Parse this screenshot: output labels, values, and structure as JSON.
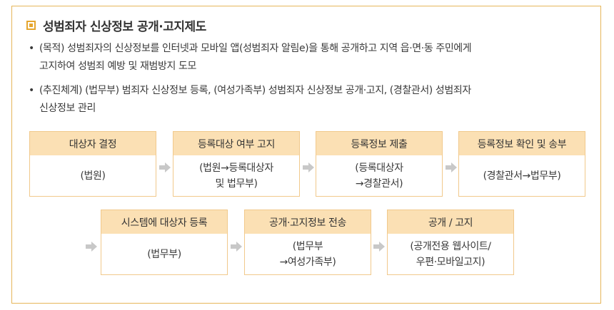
{
  "title": "성범죄자 신상정보 공개·고지제도",
  "bullets": [
    {
      "dot": "•",
      "line1": "(목적) 성범죄자의 신상정보를 인터넷과 모바일 앱(성범죄자 알림e)을 통해 공개하고 지역 읍·면·동 주민에게",
      "line2": "고지하여 성범죄 예방 및 재범방지 도모"
    },
    {
      "dot": "•",
      "line1": "(추진체계) (법무부) 범죄자 신상정보 등록, (여성가족부) 성범죄자 신상정보 공개·고지, (경찰관서) 성범죄자",
      "line2": "신상정보 관리"
    }
  ],
  "flow_row1": [
    {
      "header": "대상자 결정",
      "body1": "(법원)",
      "body2": ""
    },
    {
      "header": "등록대상 여부 고지",
      "body1": "(법원→등록대상자",
      "body2": "및 법무부)"
    },
    {
      "header": "등록정보 제출",
      "body1": "(등록대상자",
      "body2": "→경찰관서)"
    },
    {
      "header": "등록정보 확인 및 송부",
      "body1": "(경찰관서→법무부)",
      "body2": ""
    }
  ],
  "flow_row2": [
    {
      "header": "시스템에 대상자 등록",
      "body1": "(법무부)",
      "body2": ""
    },
    {
      "header": "공개·고지정보 전송",
      "body1": "(법무부",
      "body2": "→여성가족부)"
    },
    {
      "header": "공개 / 고지",
      "body1": "(공개전용 웹사이트/",
      "body2": "우편·모바일고지)"
    }
  ],
  "colors": {
    "accent": "#e5a62f",
    "header_fill": "#fbe0b4",
    "box_border": "#f1c98c",
    "arrow": "#c8c8c8"
  }
}
